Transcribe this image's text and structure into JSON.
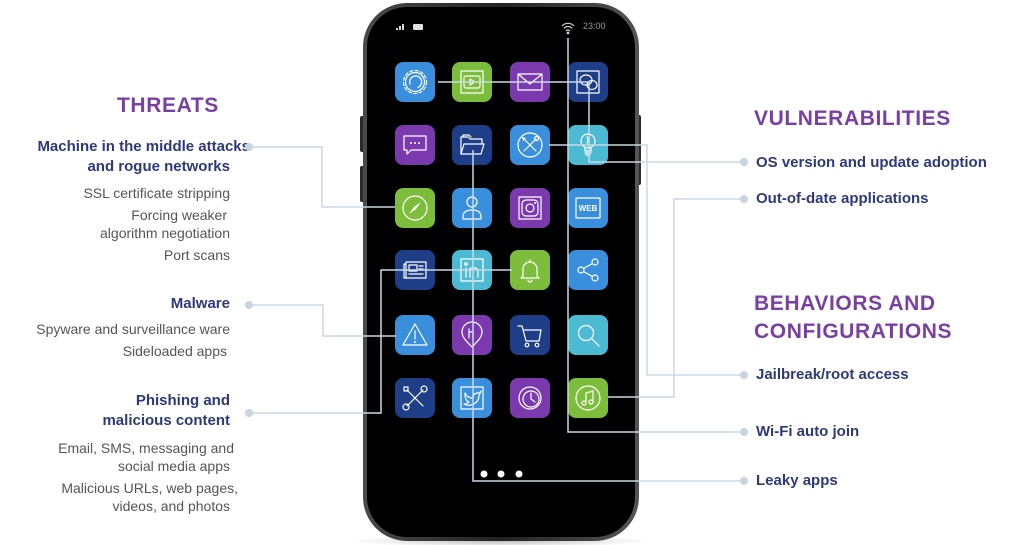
{
  "colors": {
    "section_heading": "#7a3fa3",
    "subheading": "#2c3a7a",
    "body_text": "#555555",
    "connector": "#c8d9e5"
  },
  "palette": {
    "blue": "#3a8fdc",
    "green": "#7cbd3b",
    "purple": "#7a3aae",
    "navy": "#1f3e88",
    "cyan": "#4cbad2"
  },
  "threats": {
    "title": "THREATS",
    "groups": [
      {
        "heading": [
          "Machine in the middle attacks",
          "and rogue networks"
        ],
        "items": [
          "SSL certificate stripping",
          "Forcing weaker",
          "algorithm negotiation",
          "Port scans"
        ]
      },
      {
        "heading": [
          "Malware"
        ],
        "items": [
          "Spyware and surveillance ware",
          "Sideloaded apps"
        ]
      },
      {
        "heading": [
          "Phishing and",
          "malicious content"
        ],
        "items": [
          "Email, SMS, messaging and",
          "social media apps",
          "Malicious URLs, web pages,",
          "videos, and photos"
        ]
      }
    ]
  },
  "vulnerabilities": {
    "title": "VULNERABILITIES",
    "items": [
      "OS version and update adoption",
      "Out-of-date applications"
    ]
  },
  "behaviors": {
    "title": [
      "BEHAVIORS AND",
      "CONFIGURATIONS"
    ],
    "items": [
      "Jailbreak/root access",
      "Wi-Fi auto join",
      "Leaky apps"
    ]
  },
  "phone": {
    "status_time": "23:00",
    "status_icons": [
      "signal-icon",
      "battery-icon",
      "wifi-icon"
    ],
    "web_icon_label": "WEB",
    "page_dots": 3,
    "apps": [
      [
        "settings",
        "video",
        "mail",
        "wechat"
      ],
      [
        "messages",
        "folder",
        "tools",
        "lightbulb"
      ],
      [
        "compass",
        "contacts",
        "instagram",
        "web"
      ],
      [
        "news",
        "linkedin",
        "bell",
        "share"
      ],
      [
        "warning",
        "map-pin",
        "cart",
        "search"
      ],
      [
        "repair",
        "twitter",
        "clock",
        "music"
      ]
    ],
    "app_colors": [
      [
        "blue",
        "green",
        "purple",
        "navy"
      ],
      [
        "purple",
        "navy",
        "blue",
        "cyan"
      ],
      [
        "green",
        "blue",
        "purple",
        "blue"
      ],
      [
        "navy",
        "cyan",
        "green",
        "blue"
      ],
      [
        "blue",
        "purple",
        "navy",
        "cyan"
      ],
      [
        "navy",
        "blue",
        "purple",
        "green"
      ]
    ]
  }
}
